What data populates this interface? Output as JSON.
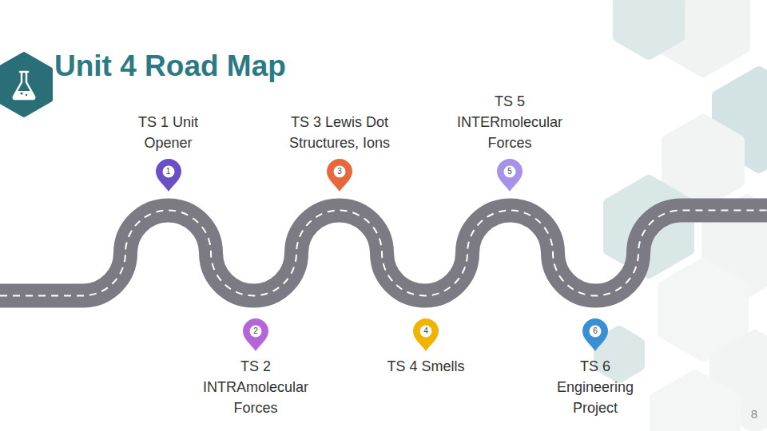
{
  "diagram": {
    "title": "Unit 4 Road Map",
    "nodes": [
      {
        "text": [
          "1",
          "TS 1 Unit Opener"
        ]
      },
      {
        "text": [
          "2",
          "TS 2 INTRAmolecular Forces"
        ]
      },
      {
        "text": [
          "3",
          "TS 3 Lewis Dot Structures, Ions"
        ]
      },
      {
        "text": [
          "4",
          "TS 4 Smells"
        ]
      },
      {
        "text": [
          "5",
          "TS 5 INTERmolecular Forces"
        ]
      },
      {
        "text": [
          "6",
          "TS 6 Engineering Project"
        ]
      }
    ],
    "labels": [
      "8"
    ]
  }
}
